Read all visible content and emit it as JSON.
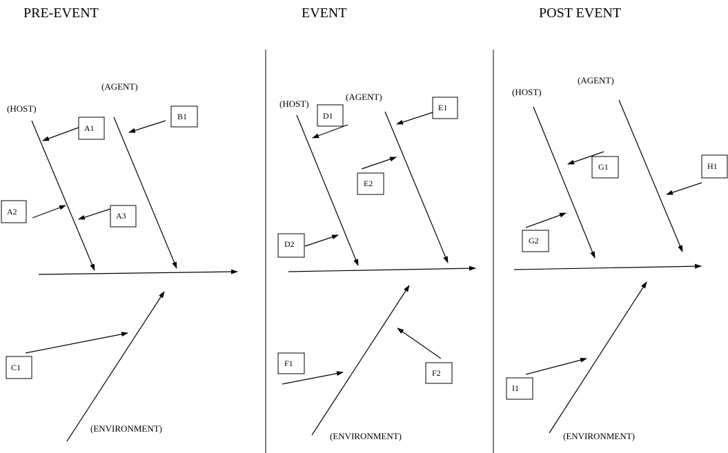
{
  "titles": {
    "pre_event": "PRE-EVENT",
    "event": "EVENT",
    "post_event": "POST EVENT"
  },
  "pre_event": {
    "host_label": "(HOST)",
    "agent_label": "(AGENT)",
    "environment_label": "(ENVIRONMENT)",
    "boxes": {
      "a1": "A1",
      "a2": "A2",
      "a3": "A3",
      "b1": "B1",
      "c1": "C1"
    }
  },
  "event": {
    "host_label": "(HOST)",
    "agent_label": "(AGENT)",
    "environment_label": "(ENVIRONMENT)",
    "boxes": {
      "d1": "D1",
      "d2": "D2",
      "e1": "E1",
      "e2": "E2",
      "f1": "F1",
      "f2": "F2"
    }
  },
  "post_event": {
    "host_label": "(HOST)",
    "agent_label": "(AGENT)",
    "environment_label": "(ENVIRONMENT)",
    "boxes": {
      "g1": "G1",
      "g2": "G2",
      "h1": "H1",
      "i1": "I1"
    }
  }
}
